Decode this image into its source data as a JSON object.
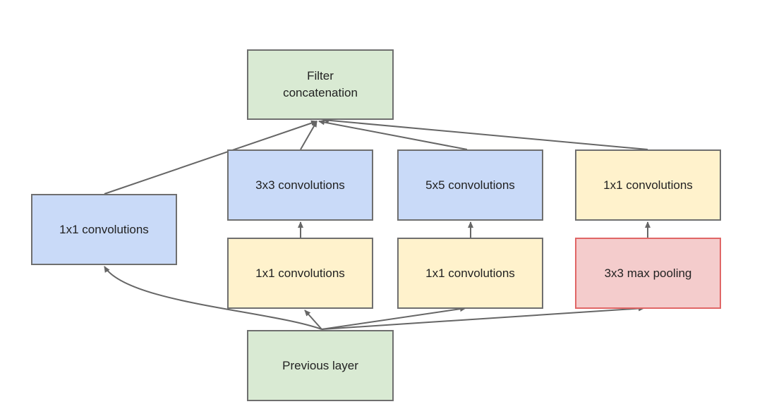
{
  "colors": {
    "green": "#d9ead3",
    "blue": "#c9daf8",
    "yellow": "#fff2cc",
    "red": "#f4cccc",
    "red_border": "#e06666",
    "border": "#6f6f6f",
    "edge": "#666666"
  },
  "nodes": {
    "filter_concat": "Filter\nconcatenation",
    "conv1x1_left": "1x1 convolutions",
    "conv3x3": "3x3 convolutions",
    "conv5x5": "5x5 convolutions",
    "conv1x1_pool_proj": "1x1 convolutions",
    "conv1x1_reduce_3x3": "1x1 convolutions",
    "conv1x1_reduce_5x5": "1x1 convolutions",
    "maxpool3x3": "3x3 max pooling",
    "previous_layer": "Previous layer"
  },
  "edges": [
    {
      "from": "previous_layer",
      "to": "conv1x1_left"
    },
    {
      "from": "previous_layer",
      "to": "conv1x1_reduce_3x3"
    },
    {
      "from": "previous_layer",
      "to": "conv1x1_reduce_5x5"
    },
    {
      "from": "previous_layer",
      "to": "maxpool3x3"
    },
    {
      "from": "conv1x1_reduce_3x3",
      "to": "conv3x3"
    },
    {
      "from": "conv1x1_reduce_5x5",
      "to": "conv5x5"
    },
    {
      "from": "maxpool3x3",
      "to": "conv1x1_pool_proj"
    },
    {
      "from": "conv1x1_left",
      "to": "filter_concat"
    },
    {
      "from": "conv3x3",
      "to": "filter_concat"
    },
    {
      "from": "conv5x5",
      "to": "filter_concat"
    },
    {
      "from": "conv1x1_pool_proj",
      "to": "filter_concat"
    }
  ]
}
